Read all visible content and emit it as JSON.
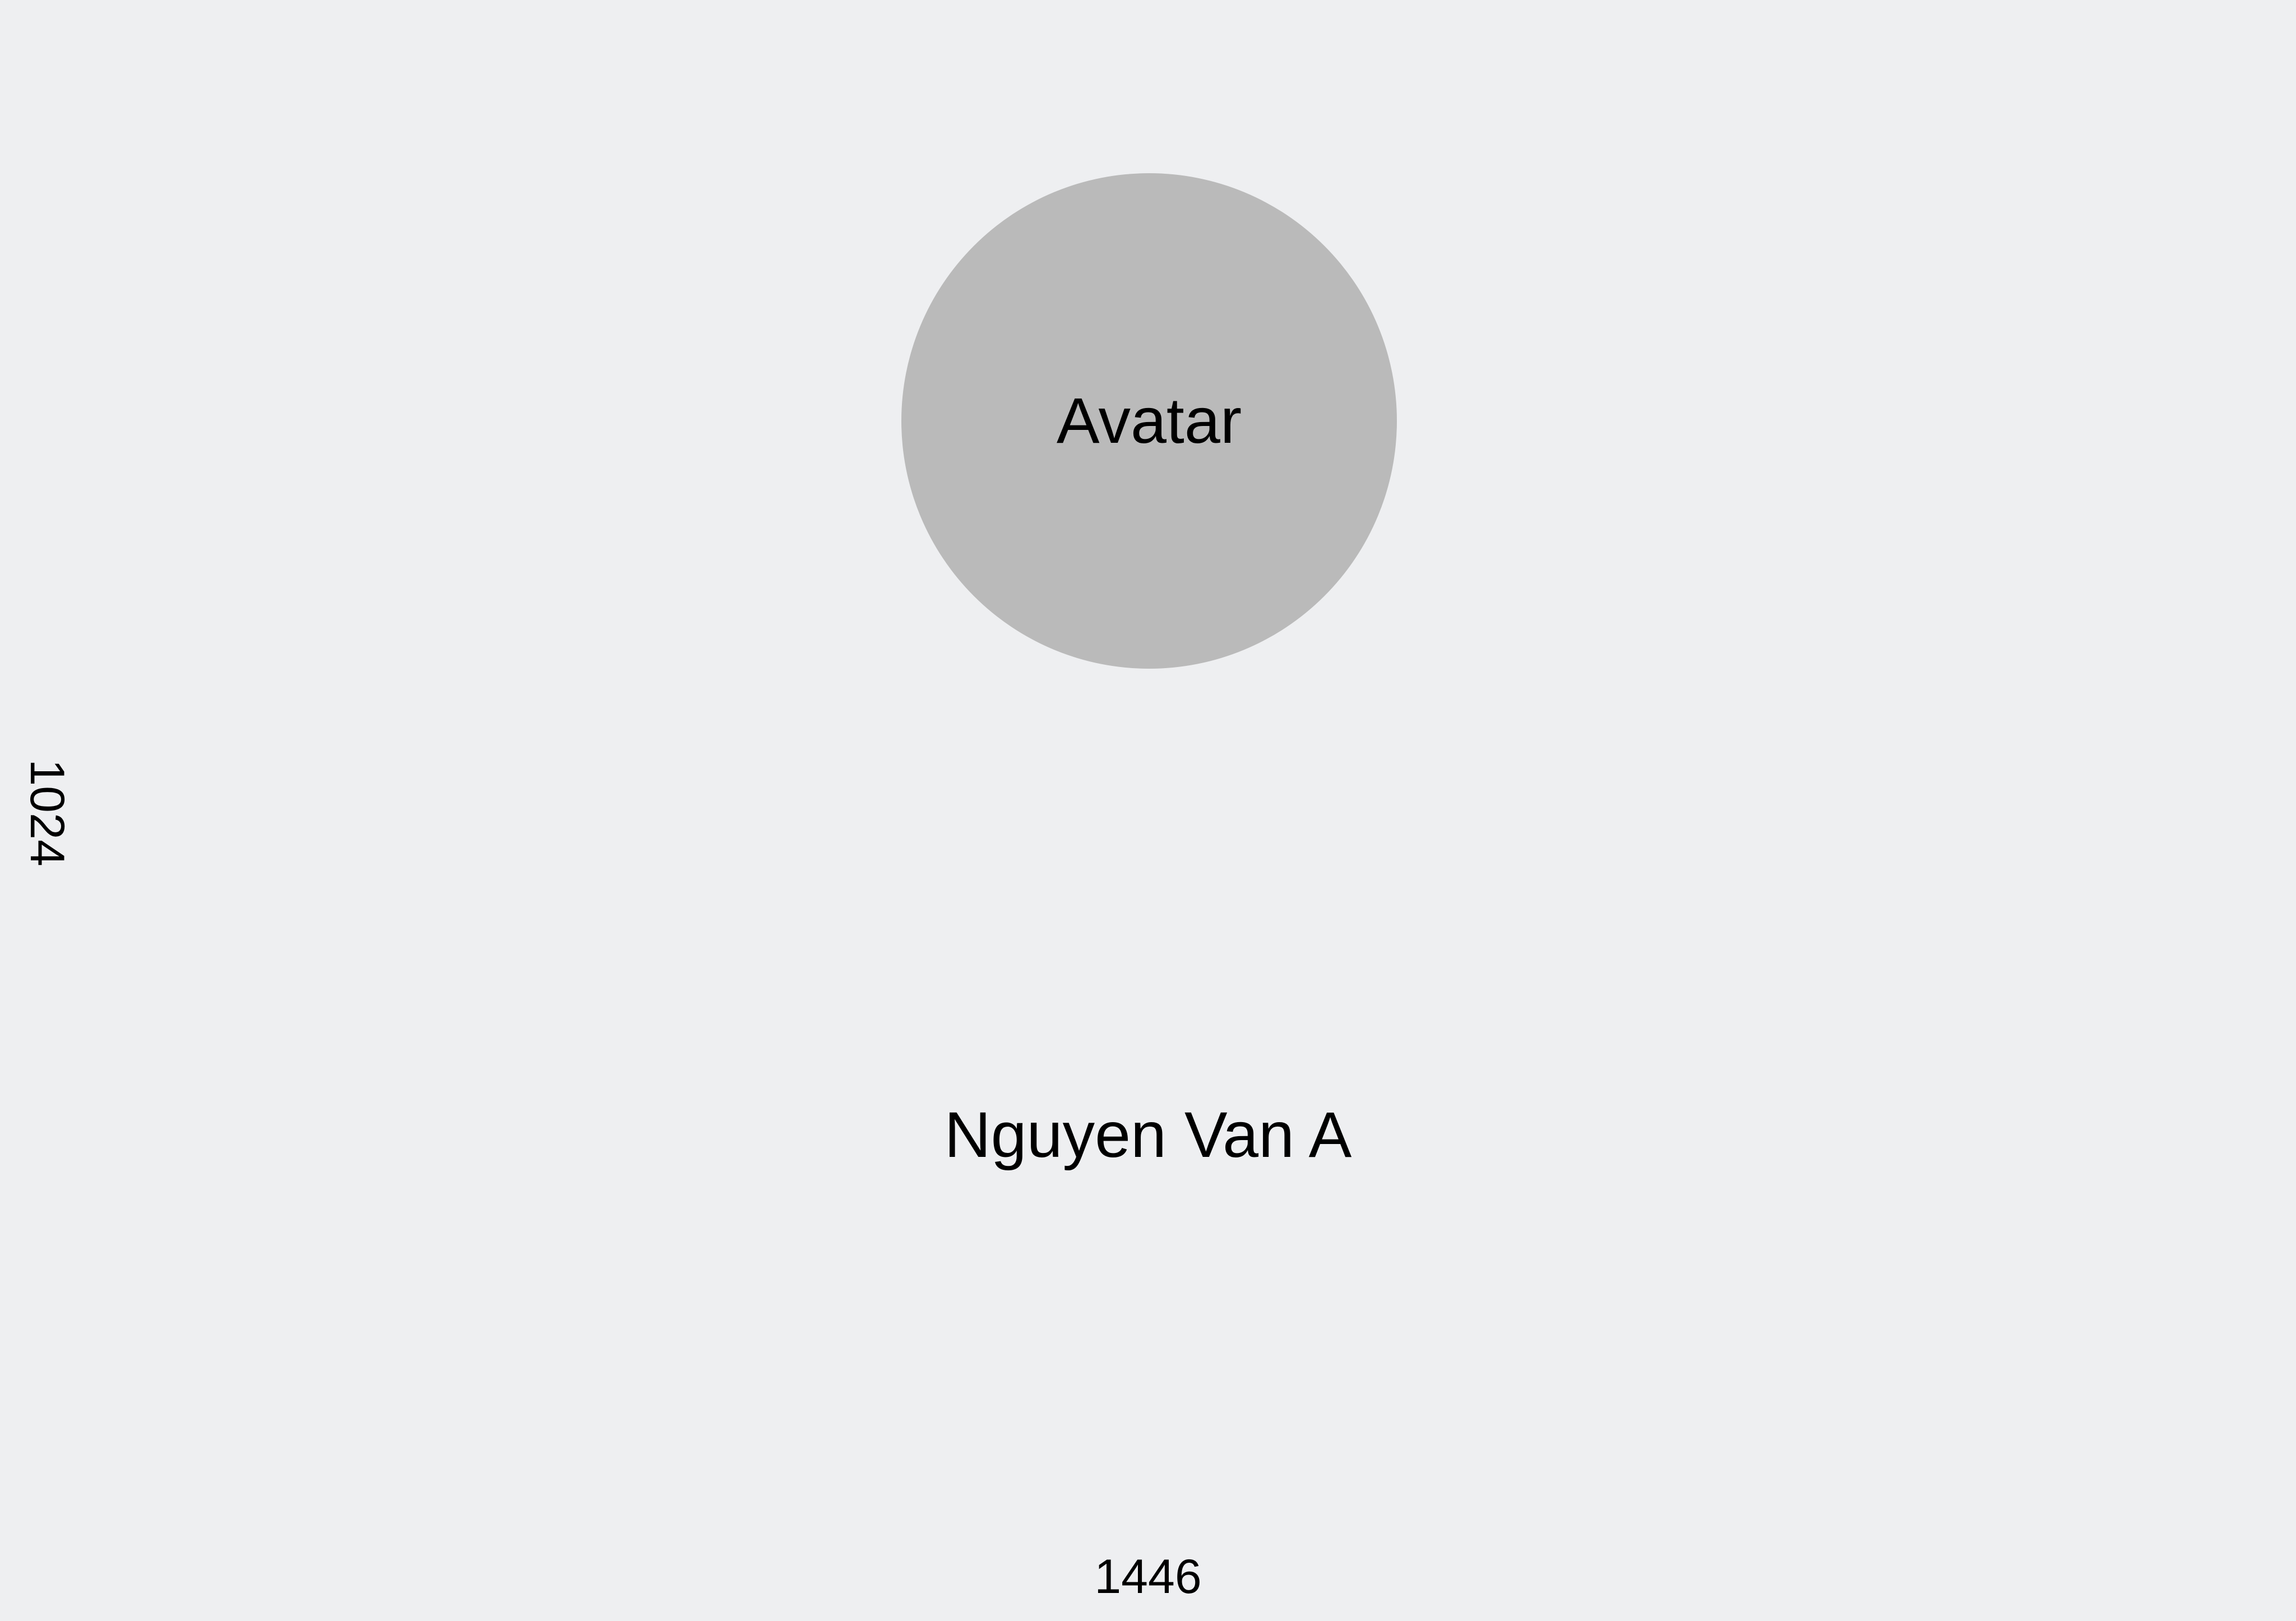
{
  "profile": {
    "avatar_text": "Avatar",
    "name": "Nguyen Van A"
  },
  "dimensions": {
    "width_label": "1446",
    "height_label": "1024"
  },
  "colors": {
    "background": "#eeeff1",
    "avatar_fill": "#bababa",
    "text": "#000000"
  }
}
